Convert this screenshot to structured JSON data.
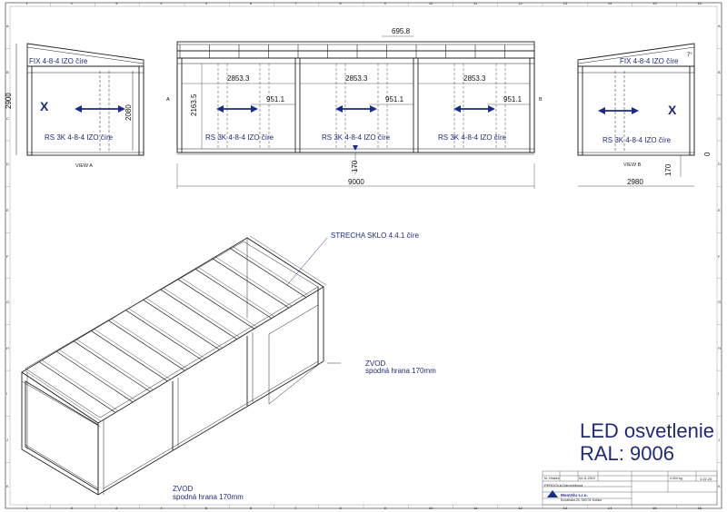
{
  "left_view": {
    "height_dim": "2900",
    "opening_dim": "2080",
    "fix_label": "FIX 4-8-4 IZO číre",
    "rs_label": "RS 3K 4-8-4 IZO číre",
    "x_mark": "X",
    "view_label": "VIEW A"
  },
  "front_view": {
    "section_label_a": "A",
    "section_label_b": "B",
    "top_dim": "695.8",
    "bay_dims": [
      "2853.3",
      "2853.3",
      "2853.3"
    ],
    "panel_dims": [
      "951.1",
      "951.1",
      "951.1"
    ],
    "height_dim": "2163.5",
    "rs_labels": [
      "RS 3K 4-8-4 IZO číre",
      "RS 3K 4-8-4 IZO číre",
      "RS 3K 4-8-4 IZO číre"
    ],
    "bottom_dim": "170",
    "total_width": "9000"
  },
  "right_view": {
    "fix_label": "FIX 4-8-4 IZO číre",
    "rs_label": "RS 3K 4-8-4 IZO číre",
    "x_mark": "X",
    "view_label": "VIEW B",
    "bottom_dim": "170",
    "width_dim": "2980",
    "angle_mark": "7°",
    "side_dim": "0"
  },
  "iso_view": {
    "roof_label": "STRECHA SKLO 4.4.1 číre",
    "zvod_label_1": "ZVOD",
    "zvod_sub_1": "spodná hrana 170mm",
    "zvod_label_2": "ZVOD",
    "zvod_sub_2": "spodná hrana 170mm"
  },
  "notes": {
    "led": "LED osvetlenie",
    "ral": "RAL: 9006"
  },
  "frame": {
    "top_numbers": [
      "1",
      "2",
      "3",
      "4",
      "5",
      "6",
      "7",
      "8",
      "9",
      "10",
      "11",
      "12",
      "13",
      "14",
      "15",
      "16"
    ],
    "side_letters": [
      "A",
      "B",
      "C",
      "D",
      "E",
      "F",
      "G",
      "H",
      "I",
      "J",
      "K"
    ]
  },
  "title_block": {
    "company": "MontAlu s.r.o.",
    "address": "Kováčska 24, 040 01 Košice",
    "project": "PERGOLA Darovičková",
    "weight": "0.000 kg",
    "scale": "1:22.20",
    "date": "04.11.2019",
    "drawn_by": "M. Hrabec"
  }
}
